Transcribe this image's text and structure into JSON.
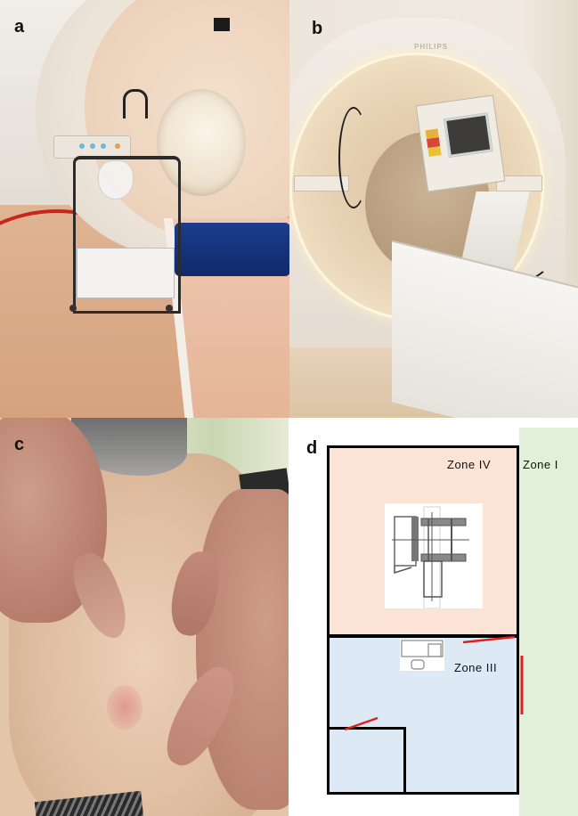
{
  "figure": {
    "panels": [
      {
        "id": "a",
        "label": "a",
        "description": "MRI scanner room with MR-conditional cart, headphones, and patient table with blue pillow"
      },
      {
        "id": "b",
        "label": "b",
        "description": "MRI scanner with MR-conditional ventilator positioned at bore entrance",
        "brand_text": "PHILIPS"
      },
      {
        "id": "c",
        "label": "c",
        "description": "Hands palpating skin of a leg/knee showing a red area"
      },
      {
        "id": "d",
        "label": "d",
        "description": "Floor plan diagram of MRI safety zones"
      }
    ],
    "diagram": {
      "zones": [
        {
          "name": "Zone IV",
          "color": "#fbe4d5"
        },
        {
          "name": "Zone III",
          "color": "#dde9f5"
        },
        {
          "name": "Zone I",
          "color": "#e2efd9"
        }
      ],
      "door_color": "#e01f1f",
      "wall_color": "#000000"
    }
  }
}
